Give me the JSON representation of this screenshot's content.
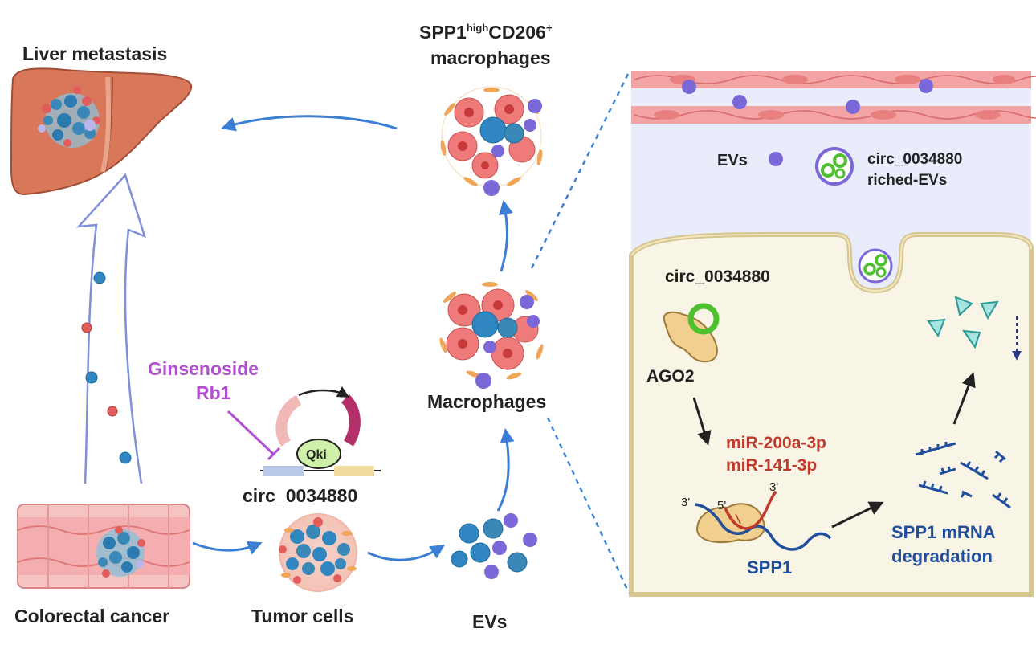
{
  "labels": {
    "liver_metastasis": "Liver metastasis",
    "spp1_high": "SPP1",
    "spp1_sup_high": "high",
    "spp1_cd206": "CD206",
    "spp1_sup_plus": "+",
    "spp1_macrophages": "macrophages",
    "ginsenoside": "Ginsenoside",
    "rb1": "Rb1",
    "qki": "Qki",
    "circ_bottom": "circ_0034880",
    "macrophages": "Macrophages",
    "colorectal_cancer": "Colorectal cancer",
    "tumor_cells": "Tumor cells",
    "evs_bottom": "EVs"
  },
  "panel": {
    "evs": "EVs",
    "circ_riched_line1": "circ_0034880",
    "circ_riched_line2": "riched-EVs",
    "circ_label": "circ_0034880",
    "ago2": "AGO2",
    "mir200": "miR-200a-3p",
    "mir141": "miR-141-3p",
    "three_prime_a": "3'",
    "five_prime": "5'",
    "three_prime_b": "3'",
    "spp1": "SPP1",
    "degradation_line1": "SPP1 mRNA",
    "degradation_line2": "degradation"
  },
  "colors": {
    "arrow_blue": "#3a7fd5",
    "purple_ev": "#7b68d8",
    "circ_green": "#4fc02e",
    "mir_red": "#c0392b",
    "spp1_blue": "#1f4e9c",
    "ginseng_purple": "#b04fd0",
    "panel_cream": "#f8f4e6",
    "panel_lavender": "#e9ecfa"
  },
  "icons": [
    "liver-icon",
    "colon-icon",
    "tumor-cluster-icon",
    "macrophage-cluster-icon",
    "ev-vesicle-icon",
    "circ-rna-icon",
    "ago2-protein-icon",
    "mrna-fragment-icon"
  ]
}
